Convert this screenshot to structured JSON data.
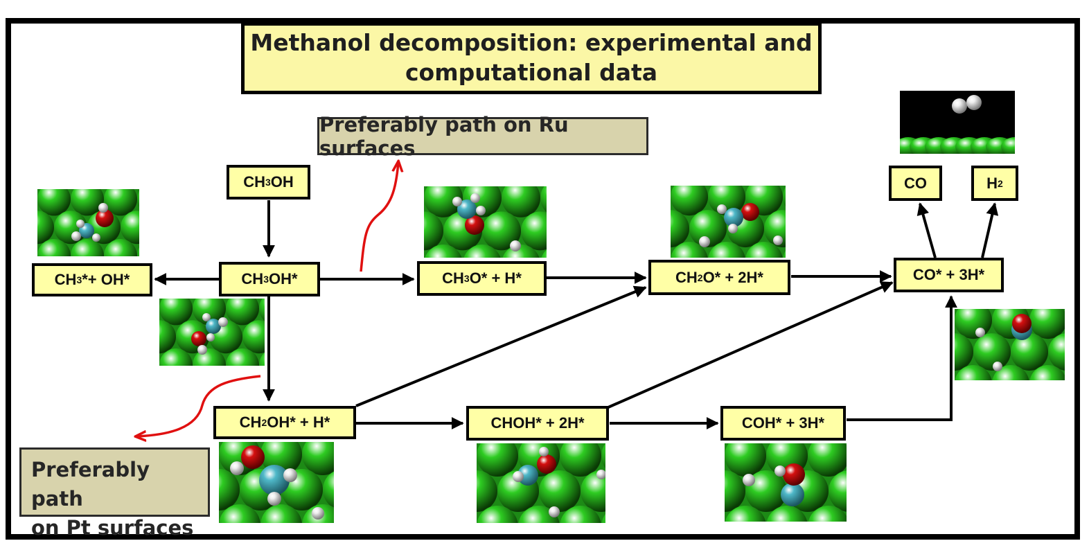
{
  "title": {
    "line1": "Methanol decomposition: experimental and",
    "line2": "computational data"
  },
  "notes": {
    "ru_path": "Preferably path on Ru surfaces",
    "pt_path_line1": "Preferably path",
    "pt_path_line2": "on Pt surfaces"
  },
  "species": {
    "ch3oh_gas": {
      "pre": "CH",
      "sub": "3",
      "post": "OH"
    },
    "ch3oh_ads": {
      "pre": "CH",
      "sub": "3",
      "post": "OH*"
    },
    "ch3_oh": {
      "pre": "CH",
      "sub": "3",
      "post": "*+ OH*"
    },
    "ch3o_h": {
      "pre": "CH",
      "sub": "3",
      "post": "O* + H*"
    },
    "ch2o_2h": {
      "pre": "CH",
      "sub": "2",
      "post": "O* + 2H*"
    },
    "co_3h": {
      "pre": "CO* + 3H*",
      "sub": "",
      "post": ""
    },
    "co_gas": {
      "pre": "CO",
      "sub": "",
      "post": ""
    },
    "h2_gas": {
      "pre": "H",
      "sub": "2",
      "post": ""
    },
    "ch2oh_h": {
      "pre": "CH",
      "sub": "2",
      "post": "OH* + H*"
    },
    "choh_2h": {
      "pre": "CHOH* + 2H*",
      "sub": "",
      "post": ""
    },
    "coh_3h": {
      "pre": "COH* + 3H*",
      "sub": "",
      "post": ""
    }
  },
  "colors": {
    "surface": "#2ecc22",
    "carbon": "#4fb8c8",
    "oxygen": "#d41010",
    "hydrogen": "#eeeeee",
    "curve_arrow": "#e01010"
  }
}
